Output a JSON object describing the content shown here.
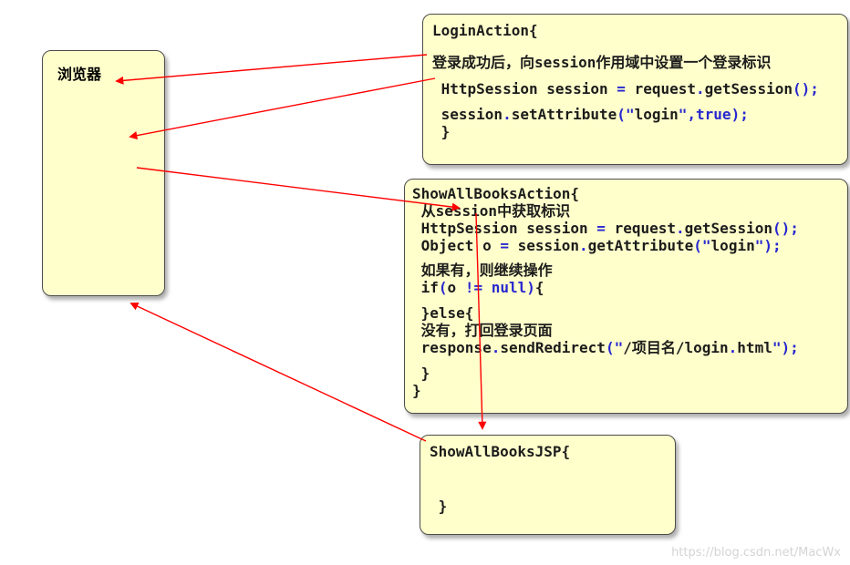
{
  "colors": {
    "box_fill": "#ffffcc",
    "box_border": "#4d4d4d",
    "arrow": "#ff0000",
    "code": "#1c1c1c",
    "symbol": "#2727d0",
    "watermark": "#d4d4d4"
  },
  "browser_box": {
    "label": "浏览器"
  },
  "login_action_box": {
    "title": "LoginAction{",
    "comment": "登录成功后，向session作用域中设置一个登录标识",
    "lines": [
      " HttpSession session = request.getSession();",
      " session.setAttribute(\"login\",true);",
      " }"
    ]
  },
  "show_all_books_action_box": {
    "title": "ShowAllBooksAction{",
    "lines": [
      " 从session中获取标识",
      " HttpSession session = request.getSession();",
      " Object o = session.getAttribute(\"login\");",
      " 如果有，则继续操作",
      " if(o != null){",
      " }else{",
      " 没有，打回登录页面",
      " response.sendRedirect(\"/项目名/login.html\");",
      " }",
      "}"
    ]
  },
  "show_all_books_jsp_box": {
    "title": "ShowAllBooksJSP{",
    "close": " }"
  },
  "page": {
    "watermark": "https://blog.csdn.net/MacWx"
  }
}
